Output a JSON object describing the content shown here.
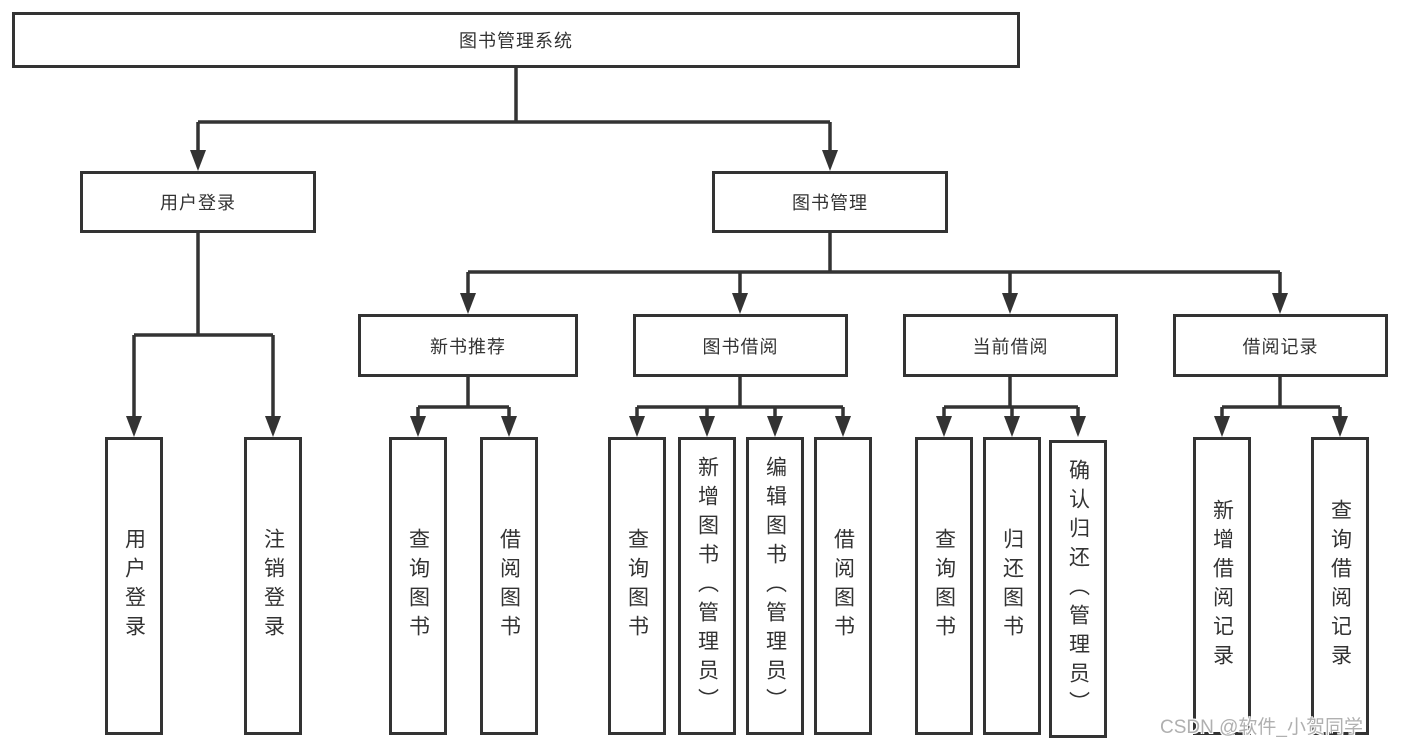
{
  "colors": {
    "line": "#333333",
    "text": "#333333",
    "bg": "#ffffff",
    "watermark": "#b0b0b0"
  },
  "watermark": {
    "text": "CSDN @软件_小贺同学"
  },
  "nodes": {
    "root": {
      "label": "图书管理系统"
    },
    "user_login": {
      "label": "用户登录"
    },
    "book_management": {
      "label": "图书管理"
    },
    "new_book_recommendation": {
      "label": "新书推荐"
    },
    "book_borrowing": {
      "label": "图书借阅"
    },
    "current_borrowing": {
      "label": "当前借阅"
    },
    "borrowing_records": {
      "label": "借阅记录"
    },
    "login_user_login": {
      "label": "用户登录"
    },
    "login_logout": {
      "label": "注销登录"
    },
    "recommend_query_books": {
      "label": "查询图书"
    },
    "recommend_borrow_books": {
      "label": "借阅图书"
    },
    "borrowing_query_books": {
      "label": "查询图书"
    },
    "borrowing_add_books": {
      "label": "新增图书（管理员）"
    },
    "borrowing_edit_books": {
      "label": "编辑图书（管理员）"
    },
    "borrowing_borrow_books": {
      "label": "借阅图书"
    },
    "current_query_books": {
      "label": "查询图书"
    },
    "current_return_books": {
      "label": "归还图书"
    },
    "current_confirm_return": {
      "label": "确认归还（管理员）"
    },
    "records_add_record": {
      "label": "新增借阅记录"
    },
    "records_query_record": {
      "label": "查询借阅记录"
    }
  }
}
